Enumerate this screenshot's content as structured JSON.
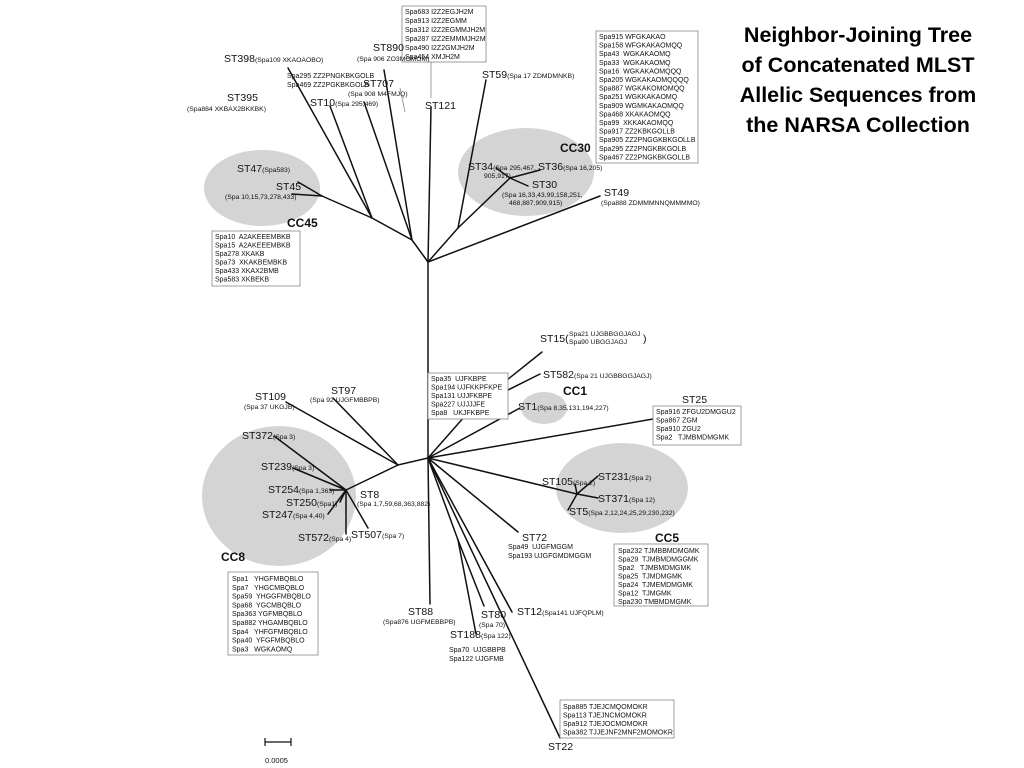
{
  "title_lines": [
    "Neighbor-Joining Tree",
    "of Concatenated MLST",
    "Allelic Sequences from",
    "the NARSA Collection"
  ],
  "scale_bar_label": "0.0005",
  "colors": {
    "branch": "#111111",
    "cluster_fill": "#d4d4d4",
    "box_border": "#888888"
  },
  "clusters": {
    "cc45": "CC45",
    "cc30": "CC30",
    "cc1": "CC1",
    "cc8": "CC8",
    "cc5": "CC5"
  },
  "nodes": {
    "st398": {
      "name": "ST398",
      "spa": "(Spa109 XKAOAOBO)"
    },
    "st890": {
      "name": "ST890",
      "spa": "(Spa 906 ZO3MOMOM)"
    },
    "st707": {
      "name": "ST707",
      "spa": "(Spa 908 M4FMJQ)"
    },
    "st10": {
      "name": "ST10",
      "spa": "(Spa 295,469)"
    },
    "st395": {
      "name": "ST395",
      "spa": "(Spa884 XKBAX2BKKBK)"
    },
    "st121": {
      "name": "ST121",
      "spa": ""
    },
    "st59": {
      "name": "ST59",
      "spa": "(Spa 17 ZDMDMNKB)"
    },
    "st47": {
      "name": "ST47",
      "spa": "(Spa583)"
    },
    "st45": {
      "name": "ST45",
      "spa": "(Spa 10,15,73,278,433)"
    },
    "st34": {
      "name": "ST34",
      "spa": "(Spa 295,467,",
      "spa2": "905,917)"
    },
    "st36": {
      "name": "ST36",
      "spa": "(Spa 16,205)"
    },
    "st30": {
      "name": "ST30",
      "spa": "(Spa 16,33,43,99,158,251,",
      "spa2": "468,887,909,915)"
    },
    "st49": {
      "name": "ST49",
      "spa": "(Spa888 ZDMMMNNQMMMMO)"
    },
    "st15": {
      "name": "ST15",
      "open": "(",
      "spa": "Spa21 UJGBBGGJAGJ",
      "spa2": "Spa90 UBGGJAGJ",
      "close": ")"
    },
    "st582": {
      "name": "ST582",
      "spa": "(Spa 21 UJGBBGGJAGJ)"
    },
    "st1": {
      "name": "ST1",
      "spa": "(Spa 8,35,131,194,227)"
    },
    "st25": {
      "name": "ST25",
      "spa": ""
    },
    "st109": {
      "name": "ST109",
      "spa": "(Spa 37 UKGJB)"
    },
    "st97": {
      "name": "ST97",
      "spa": "(Spa 92 UJGFMBBPB)"
    },
    "st372": {
      "name": "ST372",
      "spa": "(Spa 3)"
    },
    "st239": {
      "name": "ST239",
      "spa": "(Spa 3)"
    },
    "st254": {
      "name": "ST254",
      "spa": "(Spa 1,363)"
    },
    "st250": {
      "name": "ST250",
      "spa": "(Spa1)"
    },
    "st247": {
      "name": "ST247",
      "spa": "(Spa 4,40)"
    },
    "st572": {
      "name": "ST572",
      "spa": "(Spa 4)"
    },
    "st507": {
      "name": "ST507",
      "spa": "(Spa 7)"
    },
    "st8": {
      "name": "ST8",
      "spa": "(Spa 1,7,59,68,363,882)"
    },
    "st105": {
      "name": "ST105",
      "spa": "(Spa 2)"
    },
    "st231": {
      "name": "ST231",
      "spa": "(Spa 2)"
    },
    "st371": {
      "name": "ST371",
      "spa": "(Spa 12)"
    },
    "st5": {
      "name": "ST5",
      "spa": "(Spa 2,12,24,25,29,230,232)"
    },
    "st72": {
      "name": "ST72",
      "spa": ""
    },
    "st88": {
      "name": "ST88",
      "spa": "(Spa876 UGFMEBBPB)"
    },
    "st80": {
      "name": "ST80",
      "spa": "(Spa 70)"
    },
    "st188": {
      "name": "ST188",
      "spa": "(Spa 122)"
    },
    "st12": {
      "name": "ST12",
      "spa": "(Spa141 UJFQPLM)"
    },
    "st22": {
      "name": "ST22",
      "spa": ""
    }
  },
  "boxes": {
    "top": [
      "Spa683 I2Z2EGJH2M",
      "Spa913 I2Z2EGMM",
      "Spa312 I2Z2EGMMJH2M",
      "Spa287 I2Z2EMMMJH2M",
      "Spa490 I2Z2GMJH2M",
      "Spa454 XMJH2M"
    ],
    "st10_spa": [
      "Spa295 ZZ2PNGKBKGOLB",
      "Spa469 ZZ2PGKBKGOLB"
    ],
    "cc30": [
      "Spa915 WFGKAKAO",
      "Spa158 WFGKAKAOMQQ",
      "Spa43  WGKAKAOMQ",
      "Spa33  WGKAKAOMQ",
      "Spa16  WGKAKAOMQQQ",
      "Spa205 WGKAKAOMQQQQ",
      "Spa887 WGKAKOMOMQQ",
      "Spa251 WGKKAKAOMQ",
      "Spa909 WGMKAKAOMQQ",
      "Spa468 XKAKAOMQQ",
      "Spa99  XKKAKAOMQQ",
      "Spa917 ZZ2KBKGOLLB",
      "Spa905 ZZ2PNGGKBKGOLLB",
      "Spa295 ZZ2PNGKBKGOLB",
      "Spa467 ZZ2PNGKBKGOLLB"
    ],
    "cc45": [
      "Spa10  A2AKEEEMBKB",
      "Spa15  A2AKEEEMBKB",
      "Spa278 XKAKB",
      "Spa73  XKAKBEMBKB",
      "Spa433 XKAX2BMB",
      "Spa583 XKBEKB"
    ],
    "cc1": [
      "Spa35  UJFKBPE",
      "Spa194 UJFKKPFKPE",
      "Spa131 UJJFKBPE",
      "Spa227 UJJJJFE",
      "Spa8   UKJFKBPE"
    ],
    "st25": [
      "Spa916 ZFGU2DMGGU2",
      "Spa867 ZGM",
      "Spa910 ZGU2",
      "Spa2   TJMBMDMGMK"
    ],
    "cc8": [
      "Spa1   YHGFMBQBLO",
      "Spa7   YHGCMBQBLO",
      "Spa59  YHGGFMBQBLO",
      "Spa68  YGCMBQBLO",
      "Spa363 YGFMBQBLO",
      "Spa882 YHGAMBQBLO",
      "Spa4   YHFGFMBQBLO",
      "Spa40  YFGFMBQBLO",
      "Spa3   WGKAOMQ"
    ],
    "st72": [
      "Spa49  UJGFMGGM",
      "Spa193 UJGFGMDMGGM"
    ],
    "cc5": [
      "Spa232 TJMBBMDMGMK",
      "Spa29  TJMBMDMGGMK",
      "Spa2   TJMBMDMGMK",
      "Spa25  TJMDMGMK",
      "Spa24  TJMEMDMGMK",
      "Spa12  TJMGMK",
      "Spa230 TMBMDMGMK"
    ],
    "st80": [
      "Spa70  UJGBBPB",
      "Spa122 UJGFMB"
    ],
    "st22": [
      "Spa885 TJEJCMQOMOKR",
      "Spa113 TJEJNCMOMOKR",
      "Spa912 TJEJOCMOMOKR",
      "Spa382 TJJEJNF2MNF2MOMOKR"
    ]
  }
}
